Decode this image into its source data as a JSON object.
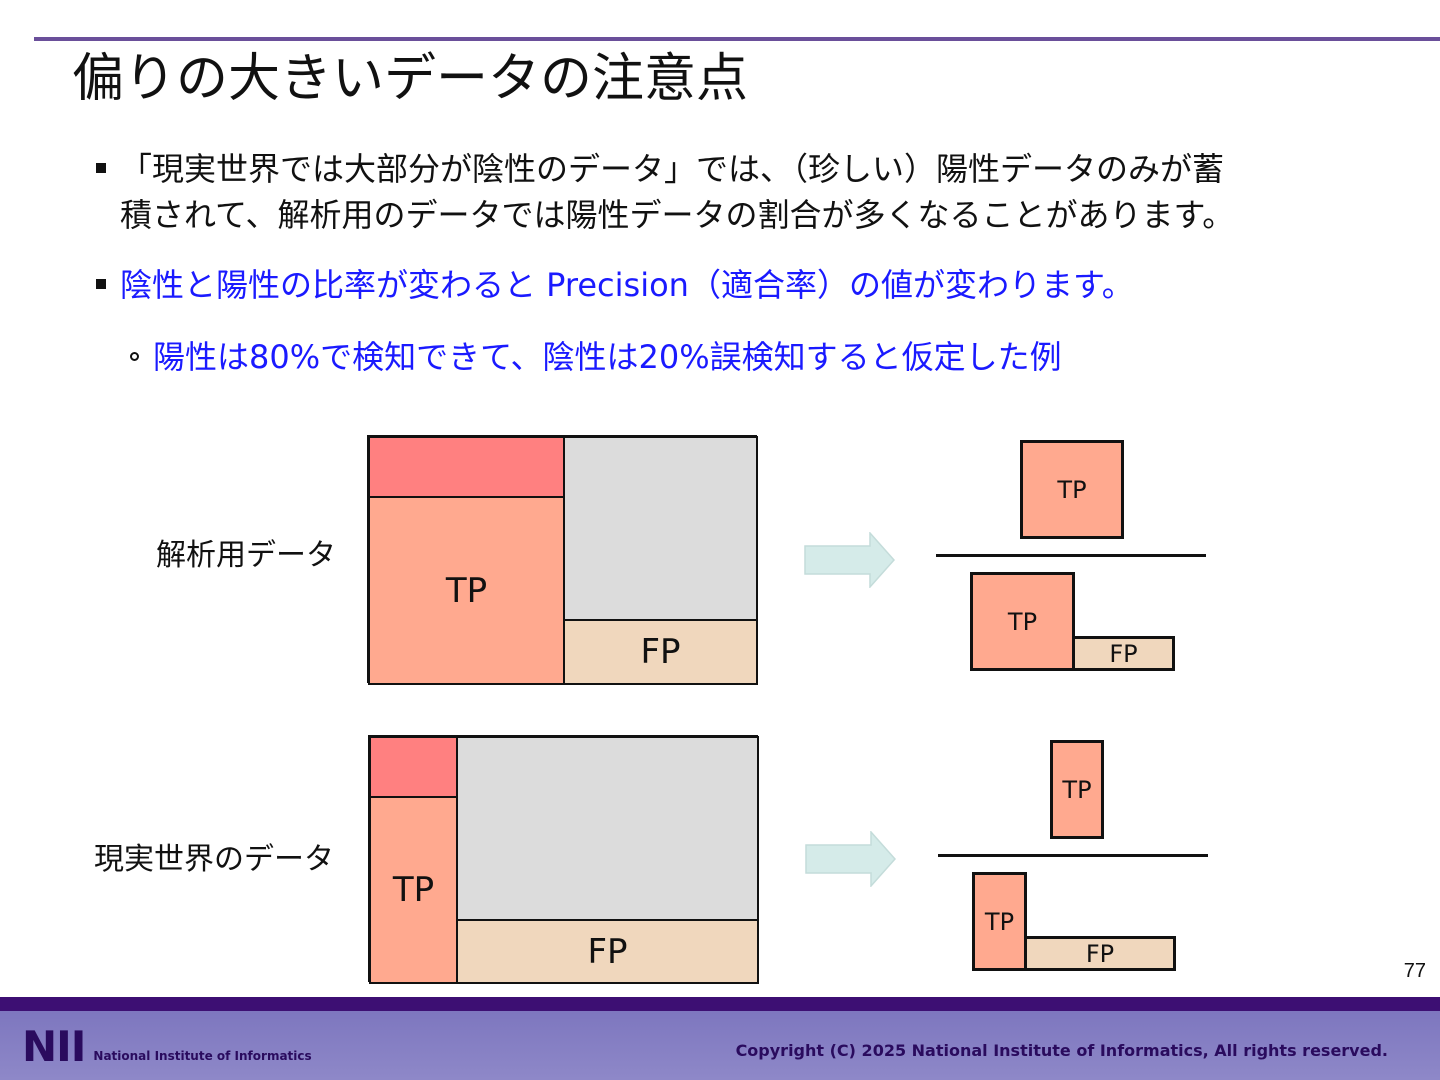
{
  "slide": {
    "title": "偏りの大きいデータの注意点",
    "bullets": [
      {
        "line1": "「現実世界では大部分が陰性のデータ」では、（珍しい）陽性データのみが蓄",
        "line2": "積されて、解析用のデータでは陽性データの割合が多くなることがあります。"
      },
      {
        "text": "陰性と陽性の比率が変わると Precision（適合率）の値が変わります。"
      }
    ],
    "sub_bullet": "陽性は80%で検知できて、陰性は20%誤検知すると仮定した例",
    "page_number": "77"
  },
  "diagram": {
    "rows": [
      {
        "label": "解析用データ",
        "tp": "TP",
        "fp": "FP",
        "numerator": "TP",
        "denom_tp": "TP",
        "denom_fp": "FP"
      },
      {
        "label": "現実世界のデータ",
        "tp": "TP",
        "fp": "FP",
        "numerator": "TP",
        "denom_tp": "TP",
        "denom_fp": "FP"
      }
    ],
    "colors": {
      "fn": "#ff8080",
      "tp": "#ffa98f",
      "tn": "#dcdcdc",
      "fp": "#f0d7bd",
      "arrow": "#d5ebe9"
    }
  },
  "footer": {
    "logo": "NII",
    "logo_text": "National Institute of Informatics",
    "copyright": "Copyright (C) 2025 National Institute of Informatics, All rights reserved."
  }
}
